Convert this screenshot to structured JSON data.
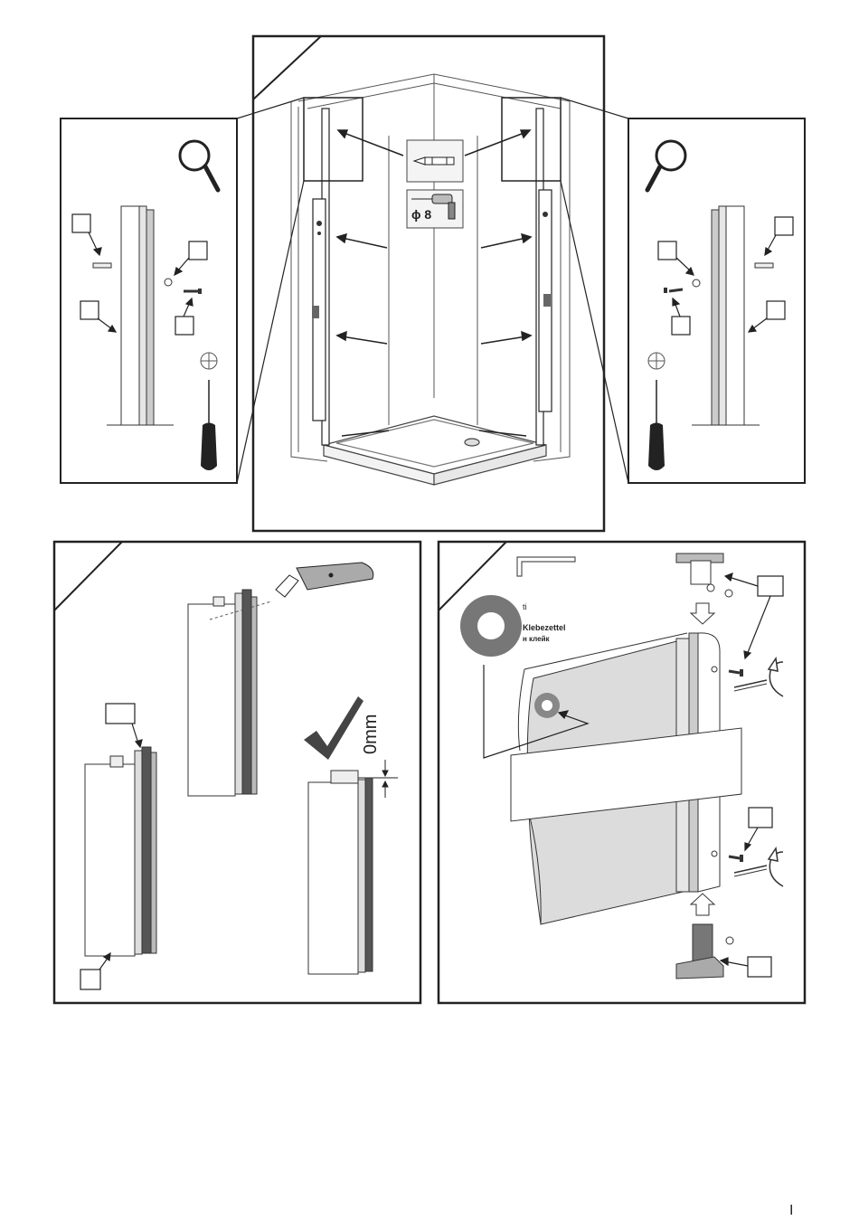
{
  "manual_page": {
    "step1": {
      "drill_panel_text": "ϕ 8"
    },
    "step3": {
      "sticker_label_1": "ti",
      "sticker_label_2": "Klebezettel",
      "sticker_label_3": "н клейк"
    },
    "step2": {
      "gap_label": "0mm"
    },
    "page_number": "I"
  },
  "icons": [
    "magnifier-icon",
    "screwdriver-icon",
    "drill-icon",
    "pencil-icon",
    "cutter-knife-icon",
    "checkmark-icon",
    "allen-key-icon",
    "phillips-head-icon"
  ]
}
